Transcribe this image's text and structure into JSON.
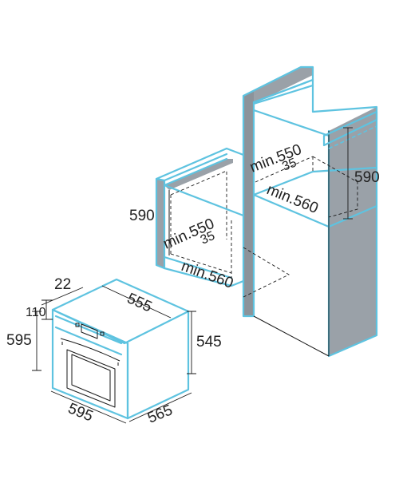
{
  "dimensions": {
    "cabinet_tall": {
      "min_width": "min.550",
      "gap": "35",
      "min_depth": "min.560",
      "height": "590"
    },
    "cabinet_under": {
      "min_width": "min.550",
      "gap": "35",
      "min_depth": "min.560",
      "height": "590"
    },
    "oven": {
      "front_offset": "22",
      "panel_height": "110",
      "front_height": "595",
      "body_height": "545",
      "top_width": "555",
      "front_width": "595",
      "depth": "565"
    }
  },
  "colors": {
    "outline": "#5ec3e0",
    "panel": "#9aa1a8",
    "dimension_line": "#1a1a1a"
  }
}
